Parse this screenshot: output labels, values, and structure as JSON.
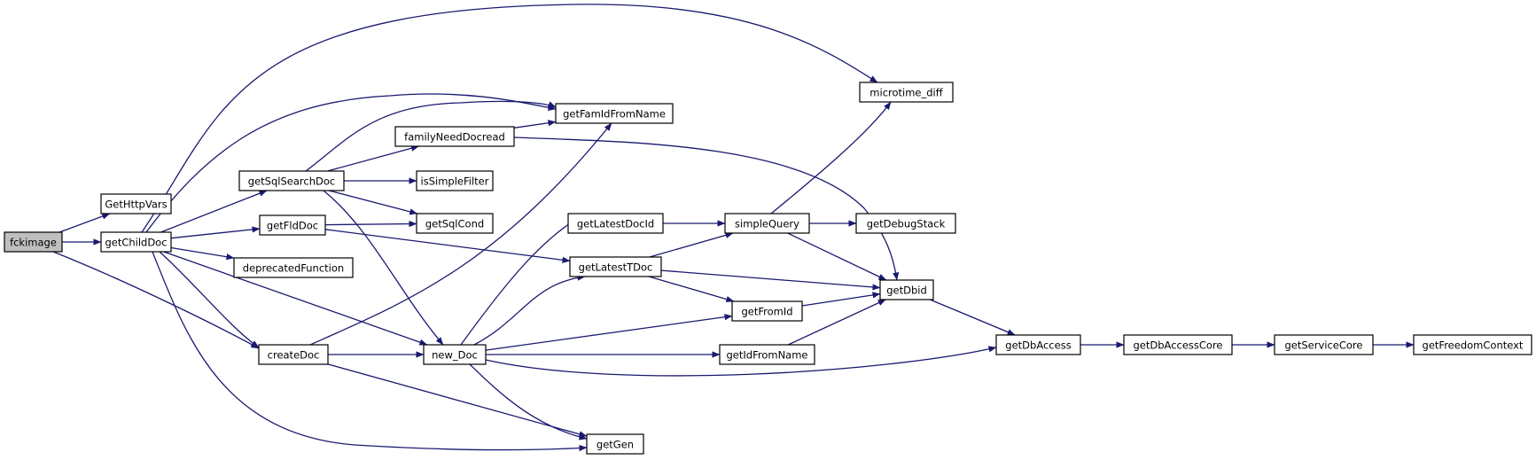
{
  "graph": {
    "edge_color": "#191970",
    "root_fill": "#bfbfbf",
    "node_fill": "#ffffff",
    "nodes": [
      {
        "id": "fckimage",
        "label": "fckimage",
        "root": true
      },
      {
        "id": "GetHttpVars",
        "label": "GetHttpVars"
      },
      {
        "id": "getChildDoc",
        "label": "getChildDoc"
      },
      {
        "id": "getSqlSearchDoc",
        "label": "getSqlSearchDoc"
      },
      {
        "id": "getFldDoc",
        "label": "getFldDoc"
      },
      {
        "id": "deprecatedFunction",
        "label": "deprecatedFunction"
      },
      {
        "id": "createDoc",
        "label": "createDoc"
      },
      {
        "id": "familyNeedDocread",
        "label": "familyNeedDocread"
      },
      {
        "id": "getFamIdFromName",
        "label": "getFamIdFromName"
      },
      {
        "id": "isSimpleFilter",
        "label": "isSimpleFilter"
      },
      {
        "id": "getSqlCond",
        "label": "getSqlCond"
      },
      {
        "id": "new_Doc",
        "label": "new_Doc"
      },
      {
        "id": "getGen",
        "label": "getGen"
      },
      {
        "id": "getLatestDocId",
        "label": "getLatestDocId"
      },
      {
        "id": "getLatestTDoc",
        "label": "getLatestTDoc"
      },
      {
        "id": "simpleQuery",
        "label": "simpleQuery"
      },
      {
        "id": "getFromId",
        "label": "getFromId"
      },
      {
        "id": "getIdFromName",
        "label": "getIdFromName"
      },
      {
        "id": "microtime_diff",
        "label": "microtime_diff"
      },
      {
        "id": "getDebugStack",
        "label": "getDebugStack"
      },
      {
        "id": "getDbid",
        "label": "getDbid"
      },
      {
        "id": "getDbAccess",
        "label": "getDbAccess"
      },
      {
        "id": "getDbAccessCore",
        "label": "getDbAccessCore"
      },
      {
        "id": "getServiceCore",
        "label": "getServiceCore"
      },
      {
        "id": "getFreedomContext",
        "label": "getFreedomContext"
      }
    ],
    "edges": [
      {
        "from": "fckimage",
        "to": "GetHttpVars"
      },
      {
        "from": "fckimage",
        "to": "getChildDoc"
      },
      {
        "from": "fckimage",
        "to": "createDoc"
      },
      {
        "from": "getChildDoc",
        "to": "getSqlSearchDoc"
      },
      {
        "from": "getChildDoc",
        "to": "getFldDoc"
      },
      {
        "from": "getChildDoc",
        "to": "deprecatedFunction"
      },
      {
        "from": "getChildDoc",
        "to": "createDoc"
      },
      {
        "from": "getChildDoc",
        "to": "new_Doc"
      },
      {
        "from": "getChildDoc",
        "to": "getGen"
      },
      {
        "from": "getChildDoc",
        "to": "getFamIdFromName"
      },
      {
        "from": "getChildDoc",
        "to": "microtime_diff"
      },
      {
        "from": "getSqlSearchDoc",
        "to": "getFamIdFromName"
      },
      {
        "from": "getSqlSearchDoc",
        "to": "familyNeedDocread"
      },
      {
        "from": "getSqlSearchDoc",
        "to": "isSimpleFilter"
      },
      {
        "from": "getSqlSearchDoc",
        "to": "getSqlCond"
      },
      {
        "from": "getSqlSearchDoc",
        "to": "new_Doc"
      },
      {
        "from": "familyNeedDocread",
        "to": "getFamIdFromName"
      },
      {
        "from": "familyNeedDocread",
        "to": "getDbid"
      },
      {
        "from": "getFldDoc",
        "to": "getSqlCond"
      },
      {
        "from": "getFldDoc",
        "to": "getLatestTDoc"
      },
      {
        "from": "createDoc",
        "to": "getFamIdFromName"
      },
      {
        "from": "createDoc",
        "to": "new_Doc"
      },
      {
        "from": "createDoc",
        "to": "getGen"
      },
      {
        "from": "new_Doc",
        "to": "getLatestDocId"
      },
      {
        "from": "new_Doc",
        "to": "getLatestTDoc"
      },
      {
        "from": "new_Doc",
        "to": "getFromId"
      },
      {
        "from": "new_Doc",
        "to": "getIdFromName"
      },
      {
        "from": "new_Doc",
        "to": "getDbAccess"
      },
      {
        "from": "new_Doc",
        "to": "getGen"
      },
      {
        "from": "getLatestDocId",
        "to": "simpleQuery"
      },
      {
        "from": "getLatestTDoc",
        "to": "simpleQuery"
      },
      {
        "from": "getLatestTDoc",
        "to": "getDbid"
      },
      {
        "from": "getLatestTDoc",
        "to": "getFromId"
      },
      {
        "from": "simpleQuery",
        "to": "microtime_diff"
      },
      {
        "from": "simpleQuery",
        "to": "getDebugStack"
      },
      {
        "from": "simpleQuery",
        "to": "getDbid"
      },
      {
        "from": "getFromId",
        "to": "getDbid"
      },
      {
        "from": "getIdFromName",
        "to": "getDbid"
      },
      {
        "from": "getDbid",
        "to": "getDbAccess"
      },
      {
        "from": "getDbAccess",
        "to": "getDbAccessCore"
      },
      {
        "from": "getDbAccessCore",
        "to": "getServiceCore"
      },
      {
        "from": "getServiceCore",
        "to": "getFreedomContext"
      }
    ]
  }
}
